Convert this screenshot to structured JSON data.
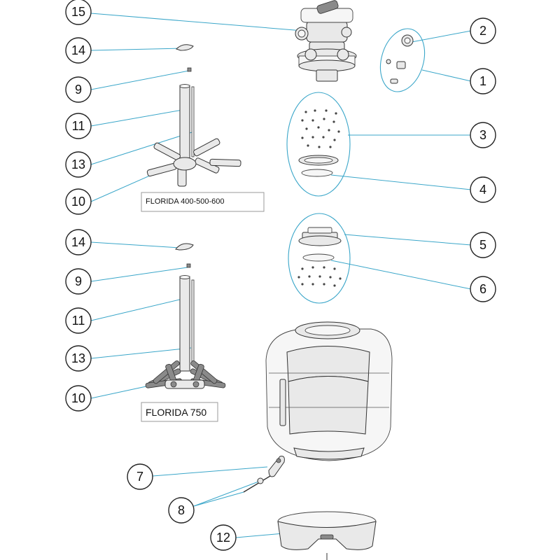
{
  "model_labels": {
    "top": "FLORIDA 400-500-600",
    "bottom": "FLORIDA 750"
  },
  "callouts": {
    "c1": "1",
    "c2": "2",
    "c3": "3",
    "c4": "4",
    "c5": "5",
    "c6": "6",
    "c7": "7",
    "c8": "8",
    "c9a": "9",
    "c9b": "9",
    "c10a": "10",
    "c10b": "10",
    "c11a": "11",
    "c11b": "11",
    "c12": "12",
    "c13a": "13",
    "c13b": "13",
    "c14a": "14",
    "c14b": "14",
    "c15": "15"
  },
  "colors": {
    "leader": "#3aa6c9",
    "outline": "#333333"
  }
}
